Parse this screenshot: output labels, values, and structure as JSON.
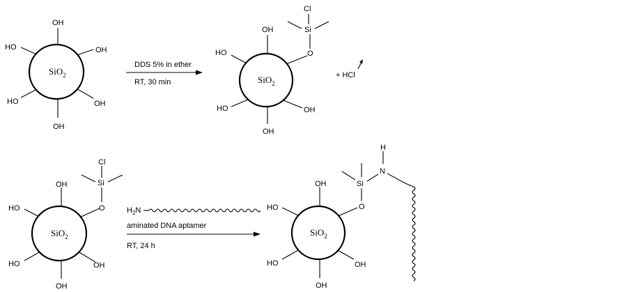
{
  "labels": {
    "oh": "OH",
    "ho": "HO",
    "o": "O",
    "si": "Si",
    "cl": "Cl",
    "n": "N",
    "h": "H",
    "hcl": "+ HCl",
    "sio": "SiO",
    "sub2": "2",
    "h2": "H",
    "n_amine": "N"
  },
  "reaction1": {
    "condition_above": "DDS 5% in ether",
    "condition_below": "RT, 30 min"
  },
  "reaction2": {
    "condition_above": "aminated DNA aptamer",
    "condition_below": "RT, 24 h"
  }
}
